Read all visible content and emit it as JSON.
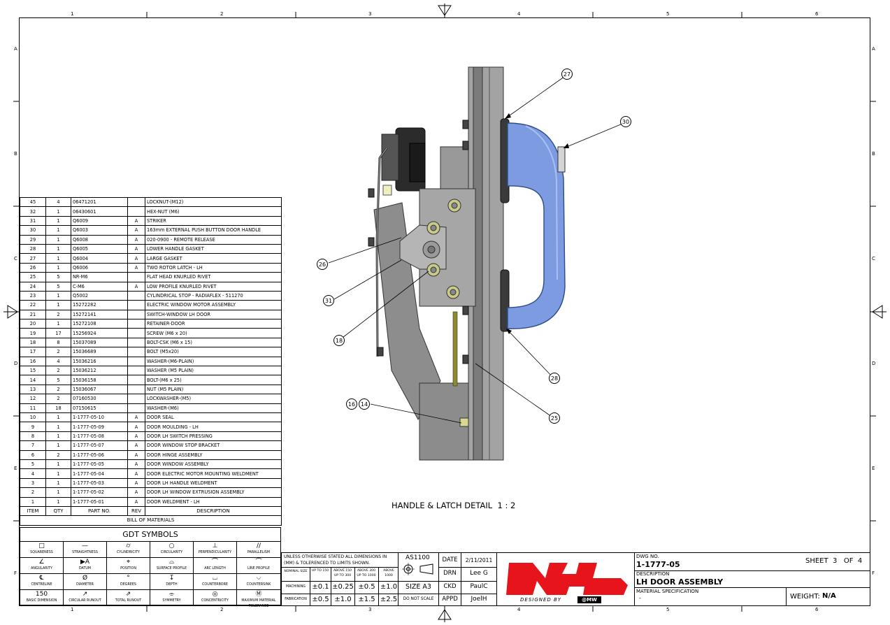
{
  "zones": {
    "columns": [
      "1",
      "2",
      "3",
      "4",
      "5",
      "6"
    ],
    "rows": [
      "A",
      "B",
      "C",
      "D",
      "E",
      "F"
    ]
  },
  "view": {
    "title": "HANDLE & LATCH DETAIL  1 : 2",
    "callouts": [
      "27",
      "30",
      "26",
      "31",
      "18",
      "28",
      "16",
      "14",
      "25"
    ]
  },
  "bom": {
    "title": "BILL OF MATERIALS",
    "headers": [
      "ITEM",
      "QTY",
      "PART NO.",
      "REV",
      "DESCRIPTION"
    ],
    "rows": [
      [
        "45",
        "4",
        "06471201",
        "",
        "LOCKNUT-(M12)"
      ],
      [
        "32",
        "1",
        "06430601",
        "",
        "HEX-NUT (M6)"
      ],
      [
        "31",
        "1",
        "Q6009",
        "A",
        "STRIKER"
      ],
      [
        "30",
        "1",
        "Q6003",
        "A",
        "163mm EXTERNAL PUSH BUTTON DOOR HANDLE"
      ],
      [
        "29",
        "1",
        "Q6008",
        "A",
        "020-0900 - REMOTE RELEASE"
      ],
      [
        "28",
        "1",
        "Q6005",
        "A",
        "LOWER HANDLE GASKET"
      ],
      [
        "27",
        "1",
        "Q6004",
        "A",
        "LARGE GASKET"
      ],
      [
        "26",
        "1",
        "Q6006",
        "A",
        "TWO ROTOR LATCH - LH"
      ],
      [
        "25",
        "5",
        "NR-M6",
        "",
        "FLAT HEAD KNURLED RIVET"
      ],
      [
        "24",
        "5",
        "C-M6",
        "A",
        "LOW PROFILE KNURLED RIVET"
      ],
      [
        "23",
        "1",
        "Q5002",
        "",
        "CYLINDRICAL STOP - RADIAFLEX - 511270"
      ],
      [
        "22",
        "1",
        "15272282",
        "",
        "ELECTRIC WINDOW MOTOR ASSEMBLY"
      ],
      [
        "21",
        "2",
        "15272141",
        "",
        "SWITCH-WINDOW LH DOOR"
      ],
      [
        "20",
        "1",
        "15272108",
        "",
        "RETAINER-DOOR"
      ],
      [
        "19",
        "17",
        "15256924",
        "",
        "SCREW (M6 x 20)"
      ],
      [
        "18",
        "8",
        "15037089",
        "",
        "BOLT-CSK (M6 x 15)"
      ],
      [
        "17",
        "2",
        "15036689",
        "",
        "BOLT (M5x20)"
      ],
      [
        "16",
        "4",
        "15036216",
        "",
        "WASHER-(M6-PLAIN)"
      ],
      [
        "15",
        "2",
        "15036212",
        "",
        "WASHER (M5 PLAIN)"
      ],
      [
        "14",
        "5",
        "15036158",
        "",
        "BOLT-(M6 x 25)"
      ],
      [
        "13",
        "2",
        "15036067",
        "",
        "NUT (M5 PLAIN)"
      ],
      [
        "12",
        "2",
        "07160530",
        "",
        "LOCKWASHER-(M5)"
      ],
      [
        "11",
        "18",
        "07150615",
        "",
        "WASHER-(M6)"
      ],
      [
        "10",
        "1",
        "1-1777-05-10",
        "A",
        "DOOR SEAL"
      ],
      [
        "9",
        "1",
        "1-1777-05-09",
        "A",
        "DOOR MOULDING - LH"
      ],
      [
        "8",
        "1",
        "1-1777-05-08",
        "A",
        "DOOR LH SWITCH PRESSING"
      ],
      [
        "7",
        "1",
        "1-1777-05-07",
        "A",
        "DOOR WINDOW STOP BRACKET"
      ],
      [
        "6",
        "2",
        "1-1777-05-06",
        "A",
        "DOOR HINGE ASSEMBLY"
      ],
      [
        "5",
        "1",
        "1-1777-05-05",
        "A",
        "DOOR WINDOW ASSEMBLY"
      ],
      [
        "4",
        "1",
        "1-1777-05-04",
        "A",
        "DOOR ELECTRIC MOTOR MOUNTING WELDMENT"
      ],
      [
        "3",
        "1",
        "1-1777-05-03",
        "A",
        "DOOR LH HANDLE WELDMENT"
      ],
      [
        "2",
        "1",
        "1-1777-05-02",
        "A",
        "DOOR LH WINDOW EXTRUSION ASSEMBLY"
      ],
      [
        "1",
        "1",
        "1-1777-05-01",
        "A",
        "DOOR WELDMENT - LH"
      ]
    ]
  },
  "gdt": {
    "title": "GDT SYMBOLS",
    "cells": [
      {
        "sym": "□",
        "label": "SQUARENESS"
      },
      {
        "sym": "—",
        "label": "STRAIGHTNESS"
      },
      {
        "sym": "⌭",
        "label": "CYLINDRICITY"
      },
      {
        "sym": "○",
        "label": "CIRCULARITY"
      },
      {
        "sym": "⊥",
        "label": "PERPENDICULARITY"
      },
      {
        "sym": "//",
        "label": "PARALLELISM"
      },
      {
        "sym": "∠",
        "label": "ANGULARITY"
      },
      {
        "sym": "▶A",
        "label": "DATUM"
      },
      {
        "sym": "⌖",
        "label": "POSITION"
      },
      {
        "sym": "⌓",
        "label": "SURFACE PROFILE"
      },
      {
        "sym": "⌒",
        "label": "ARC LENGTH"
      },
      {
        "sym": "⌒",
        "label": "LINE PROFILE"
      },
      {
        "sym": "℄",
        "label": "CENTRELINE"
      },
      {
        "sym": "Ø",
        "label": "DIAMETER"
      },
      {
        "sym": "°",
        "label": "DEGREES"
      },
      {
        "sym": "↧",
        "label": "DEPTH"
      },
      {
        "sym": "⌴",
        "label": "COUNTERBORE"
      },
      {
        "sym": "⌵",
        "label": "COUNTERSINK"
      },
      {
        "sym": "150",
        "label": "BASIC DIMENSION"
      },
      {
        "sym": "↗",
        "label": "CIRCULAR RUNOUT"
      },
      {
        "sym": "⇗",
        "label": "TOTAL RUNOUT"
      },
      {
        "sym": "⌯",
        "label": "SYMMETRY"
      },
      {
        "sym": "◎",
        "label": "CONCENTRICITY"
      },
      {
        "sym": "Ⓜ",
        "label": "MAXIMUM MATERIAL TOLERANCE"
      }
    ]
  },
  "tolerances": {
    "note": "UNLESS OTHERWISE STATED ALL DIMENSIONS IN (MM) & TOLERENCED TO LIMITS SHOWN.",
    "nominal_size": "NOMINAL SIZE",
    "ranges": [
      "UP TO 150",
      "ABOVE 150 UP TO 300",
      "ABOVE 300 UP TO 1000",
      "ABOVE 1000"
    ],
    "machining_label": "MACHINING",
    "machining": [
      "±0.1",
      "±0.25",
      "±0.5",
      "±1.0"
    ],
    "fabrication_label": "FABRICATION",
    "fabrication": [
      "±0.5",
      "±1.0",
      "±1.5",
      "±2.5"
    ]
  },
  "standards": {
    "standard": "AS1100",
    "size": "SIZE A3",
    "do_not_scale": "DO NOT SCALE"
  },
  "approvals": {
    "date_label": "DATE",
    "date": "2/11/2011",
    "drn_label": "DRN",
    "drn": "Lee G",
    "ckd_label": "CKD",
    "ckd": "PaulC",
    "appd_label": "APPD",
    "appd": "JoelH"
  },
  "logo": {
    "text": "NHL",
    "designed_by": "DESIGNED BY",
    "badge": "@MW",
    "color": "#e8141c"
  },
  "drawing": {
    "dwg_no_label": "DWG NO.",
    "dwg_no": "1-1777-05",
    "sheet": "SHEET  3   OF  4",
    "description_label": "DESCRIPTION",
    "description": "LH DOOR ASSEMBLY",
    "material_label": "MATERIAL SPECIFICATION",
    "material": "-",
    "weight_label": "WEIGHT:",
    "weight": "N/A"
  }
}
